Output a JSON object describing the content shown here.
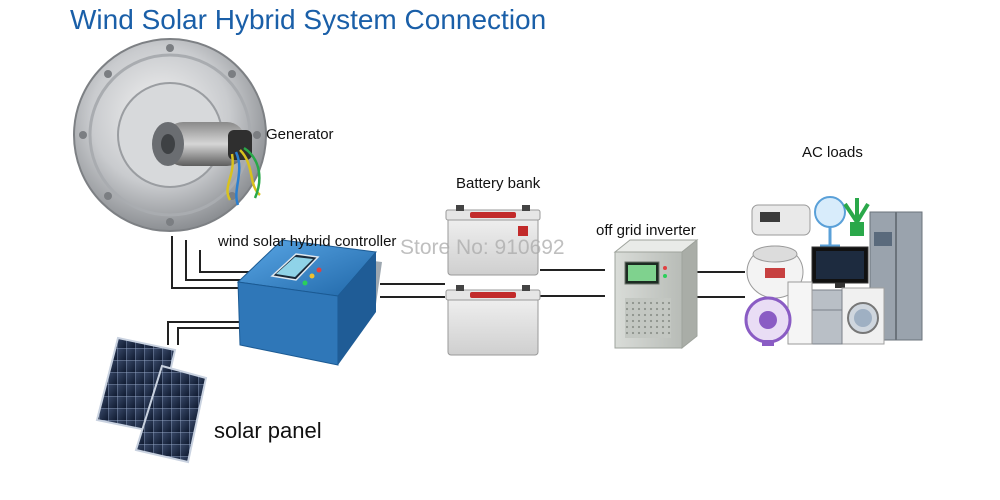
{
  "title": "Wind Solar Hybrid System Connection",
  "labels": {
    "generator": "Generator",
    "battery_bank": "Battery bank",
    "controller": "wind solar hybrid controller",
    "inverter": "off grid inverter",
    "ac_loads": "AC loads",
    "solar_panel": "solar panel"
  },
  "watermark": "Store No: 910692",
  "colors": {
    "title": "#1a5fa8",
    "controller_blue": "#3a86c8",
    "wire": "#222222"
  }
}
